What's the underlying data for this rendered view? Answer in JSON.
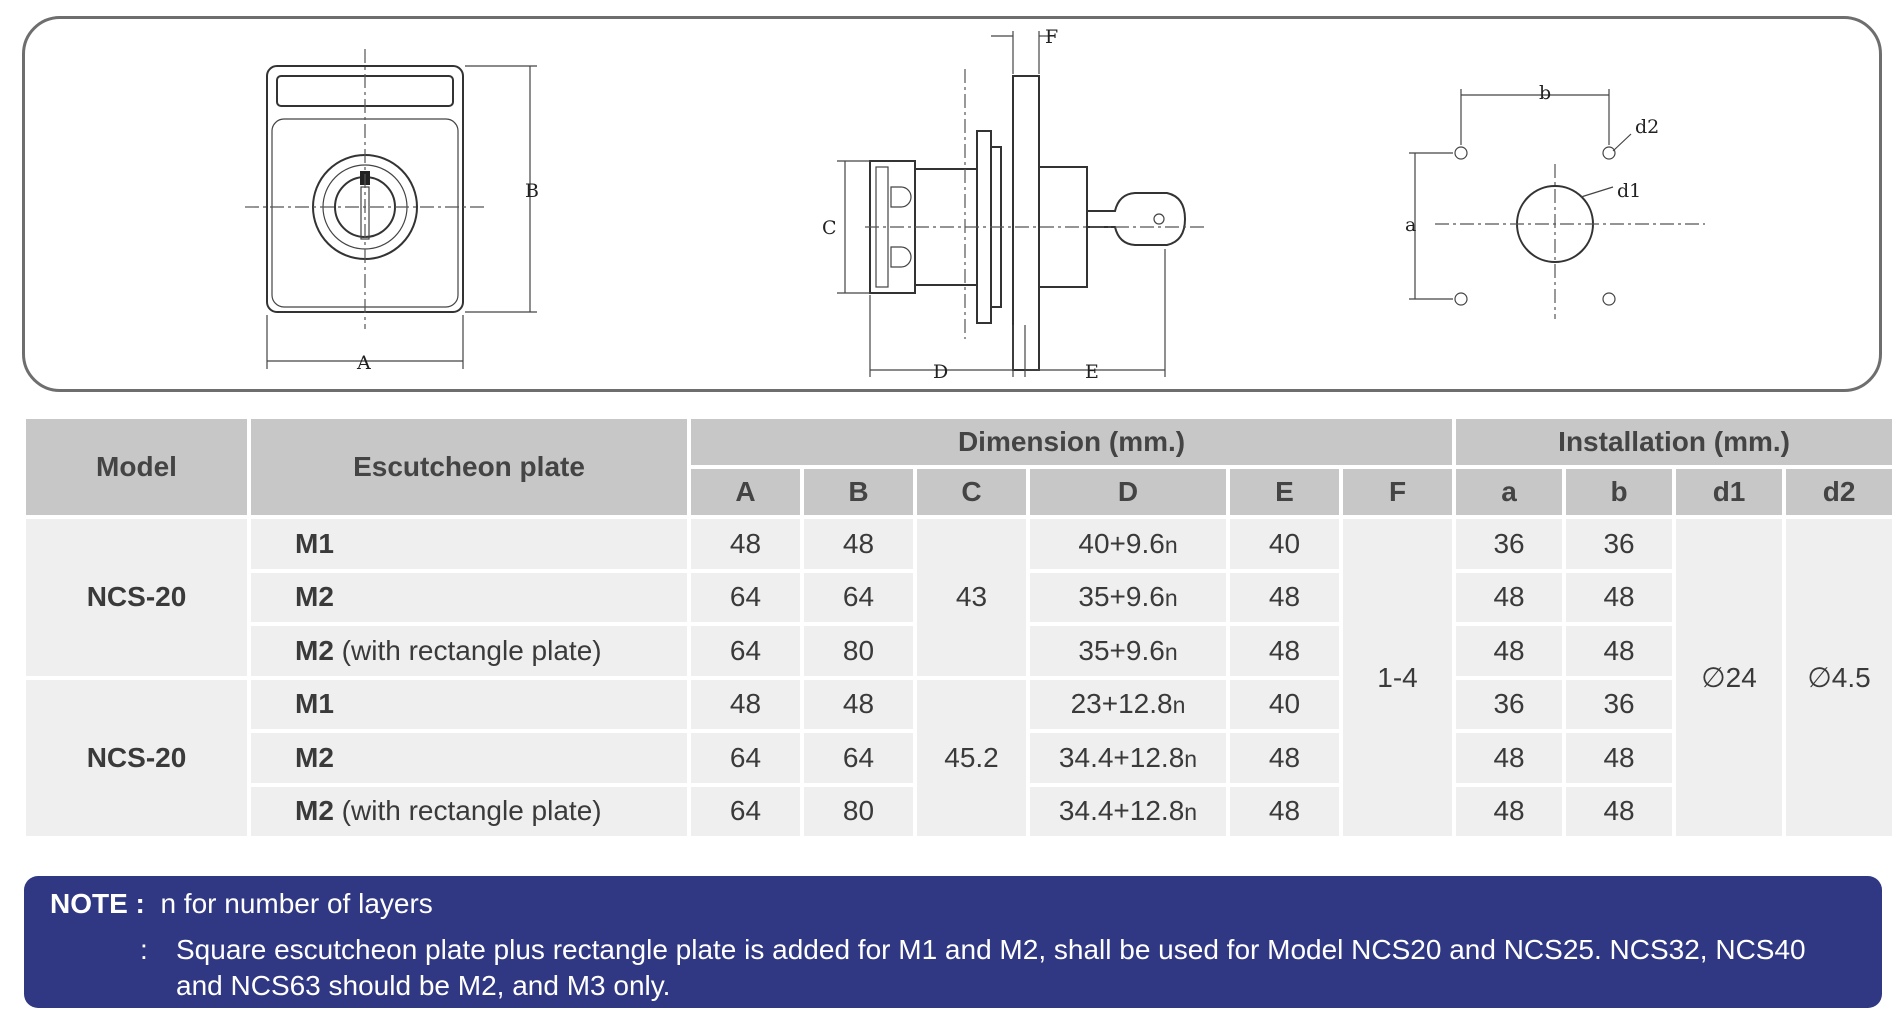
{
  "drawing": {
    "front_labels": [
      "A",
      "B"
    ],
    "side_labels": [
      "C",
      "D",
      "E",
      "F"
    ],
    "install_labels": [
      "a",
      "b",
      "d1",
      "d2"
    ]
  },
  "table": {
    "header": {
      "model": "Model",
      "plate": "Escutcheon plate",
      "dimension": "Dimension (mm.)",
      "installation": "Installation (mm.)",
      "dim_cols": [
        "A",
        "B",
        "C",
        "D",
        "E",
        "F"
      ],
      "inst_cols": [
        "a",
        "b",
        "d1",
        "d2"
      ]
    },
    "groups": [
      {
        "model": "NCS-20",
        "C": "43",
        "rows": [
          {
            "plate": "M1",
            "plate_extra": "",
            "A": "48",
            "B": "48",
            "D": "40+9.6",
            "D_suffix": "n",
            "E": "40",
            "a": "36",
            "b": "36"
          },
          {
            "plate": "M2",
            "plate_extra": "",
            "A": "64",
            "B": "64",
            "D": "35+9.6",
            "D_suffix": "n",
            "E": "48",
            "a": "48",
            "b": "48"
          },
          {
            "plate": "M2",
            "plate_extra": " (with rectangle plate)",
            "A": "64",
            "B": "80",
            "D": "35+9.6",
            "D_suffix": "n",
            "E": "48",
            "a": "48",
            "b": "48"
          }
        ]
      },
      {
        "model": "NCS-20",
        "C": "45.2",
        "rows": [
          {
            "plate": "M1",
            "plate_extra": "",
            "A": "48",
            "B": "48",
            "D": "23+12.8",
            "D_suffix": "n",
            "E": "40",
            "a": "36",
            "b": "36"
          },
          {
            "plate": "M2",
            "plate_extra": "",
            "A": "64",
            "B": "64",
            "D": "34.4+12.8",
            "D_suffix": "n",
            "E": "48",
            "a": "48",
            "b": "48"
          },
          {
            "plate": "M2",
            "plate_extra": " (with rectangle plate)",
            "A": "64",
            "B": "80",
            "D": "34.4+12.8",
            "D_suffix": "n",
            "E": "48",
            "a": "48",
            "b": "48"
          }
        ]
      }
    ],
    "shared": {
      "F": "1-4",
      "d1": "∅24",
      "d2": "∅4.5"
    }
  },
  "note": {
    "label": "NOTE :",
    "line1": "n for number of layers",
    "colon": ":",
    "line2": "Square escutcheon plate plus rectangle plate is added for M1 and M2, shall be used for Model NCS20 and NCS25. NCS32, NCS40 and NCS63 should be M2, and M3 only."
  }
}
